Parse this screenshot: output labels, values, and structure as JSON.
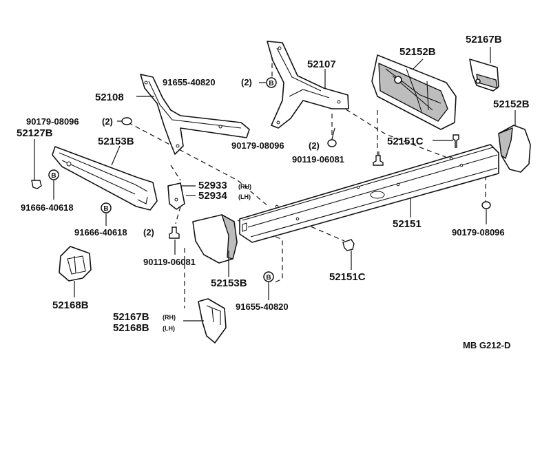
{
  "diagram_code": "MB G212-D",
  "bolt_marker_letter": "B",
  "labels": {
    "p52107": "52107",
    "p52108": "52108",
    "p52127b": "52127B",
    "p52153b_left": "52153B",
    "p52153b_right": "52153B",
    "p52152b_top": "52152B",
    "p52152b_right": "52152B",
    "p52167b_top": "52167B",
    "p52151": "52151",
    "p52151c_top": "52151C",
    "p52151c_bottom": "52151C",
    "p52168b": "52168B",
    "p52167b_rh": "52167B",
    "p52168b_lh": "52168B",
    "p52933": "52933",
    "p52934": "52934",
    "f91655_top": "91655-40820",
    "f91655_bottom": "91655-40820",
    "f90179_left": "90179-08096",
    "f90179_mid": "90179-08096",
    "f90179_right": "90179-08096",
    "f91666_a": "91666-40618",
    "f91666_b": "91666-40618",
    "f90119_mid": "90119-06081",
    "f90119_bottom": "90119-06081"
  },
  "qualifiers": {
    "qty2": "(2)",
    "rh": "(RH)",
    "lh": "(LH)"
  }
}
